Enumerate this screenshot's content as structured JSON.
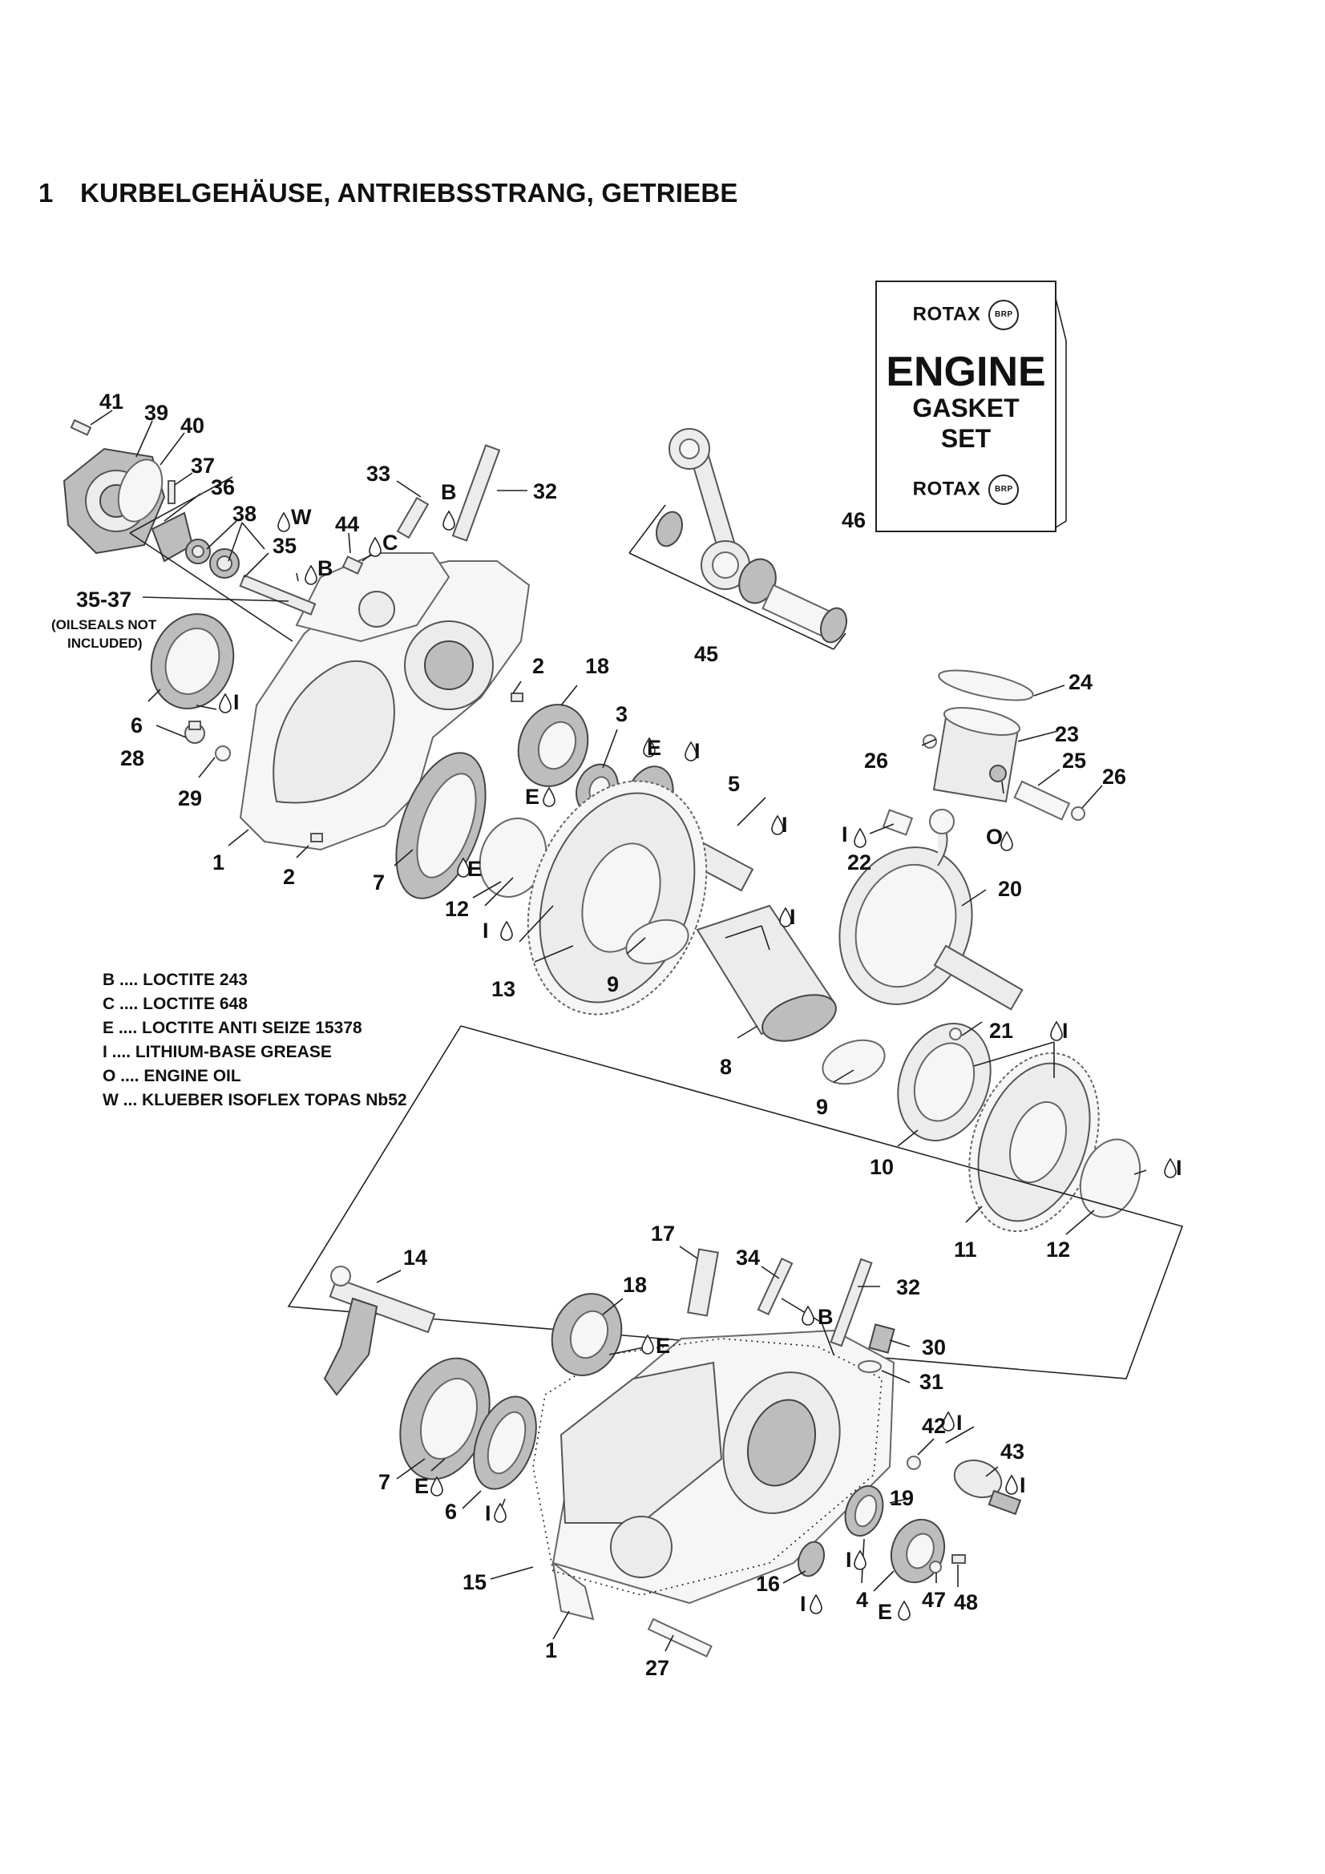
{
  "title": {
    "number": "1",
    "text": "KURBELGEHÄUSE, ANTRIEBSSTRANG, GETRIEBE"
  },
  "gasket_sign": {
    "brand_top": "ROTAX",
    "line1": "ENGINE",
    "line2": "GASKET",
    "line3": "SET",
    "brand_bottom": "ROTAX",
    "logo_text": "BRP"
  },
  "legend": [
    "B .... LOCTITE 243",
    "C .... LOCTITE 648",
    "E .... LOCTITE ANTI SEIZE 15378",
    "I  .... LITHIUM-BASE GREASE",
    "O .... ENGINE OIL",
    "W ... KLUEBER ISOFLEX TOPAS Nb52"
  ],
  "callouts": {
    "c41": "41",
    "c39": "39",
    "c40": "40",
    "c37": "37",
    "c36": "36",
    "c38": "38",
    "cW": "W",
    "c35": "35",
    "cB1": "B",
    "c44": "44",
    "cC": "C",
    "c33": "33",
    "cB2": "B",
    "c32a": "32",
    "c35_37": "35-37",
    "c_oilseals1": "(OILSEALS NOT",
    "c_oilseals2": "INCLUDED)",
    "c6a": "6",
    "cIa": "I",
    "c28": "28",
    "c29": "29",
    "c1a": "1",
    "c2a": "2",
    "c2b": "2",
    "c18a": "18",
    "c3": "3",
    "cEa": "E",
    "cIb": "I",
    "cEb": "E",
    "c7a": "7",
    "cEc": "E",
    "c5": "5",
    "cIc": "I",
    "c12a": "12",
    "cId": "I",
    "c13": "13",
    "c9a": "9",
    "cIe": "I",
    "c8": "8",
    "c9b": "9",
    "c45": "45",
    "c46": "46",
    "c24": "24",
    "c23": "23",
    "c25": "25",
    "c26a": "26",
    "c26b": "26",
    "cIf": "I",
    "c22": "22",
    "cO": "O",
    "c20": "20",
    "c21": "21",
    "cIg": "I",
    "c10": "10",
    "c11": "11",
    "cIh": "I",
    "c12b": "12",
    "c17": "17",
    "c34": "34",
    "c32b": "32",
    "c14": "14",
    "c18b": "18",
    "cEd": "E",
    "cB3": "B",
    "c30": "30",
    "c31": "31",
    "c42": "42",
    "cIi": "I",
    "c43": "43",
    "cIj": "I",
    "c19": "19",
    "c7b": "7",
    "cEe": "E",
    "c6b": "6",
    "cIk": "I",
    "c15": "15",
    "c16": "16",
    "cIl": "I",
    "cIm": "I",
    "c4": "4",
    "cEf": "E",
    "c47": "47",
    "c48": "48",
    "c1b": "1",
    "c27": "27"
  }
}
